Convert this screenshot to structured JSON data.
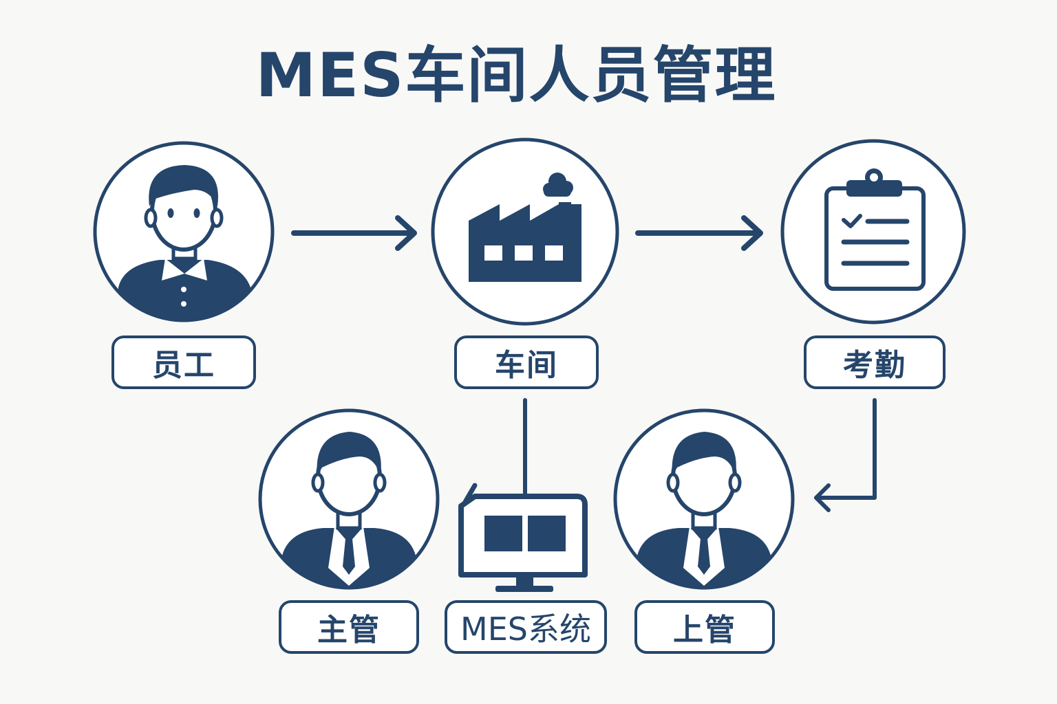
{
  "title": "MES车间人员管理",
  "colors": {
    "primary": "#25456b",
    "background": "#f8f8f6"
  },
  "nodes": {
    "employee": {
      "label": "员工",
      "icon": "worker-icon"
    },
    "workshop": {
      "label": "车间",
      "icon": "factory-icon"
    },
    "attendance": {
      "label": "考勤",
      "icon": "clipboard-icon"
    },
    "supervisor": {
      "label": "主管",
      "icon": "manager-icon"
    },
    "mes_system": {
      "label": "MES系统",
      "icon": "monitor-icon"
    },
    "superior": {
      "label": "上管",
      "icon": "manager-icon"
    }
  }
}
